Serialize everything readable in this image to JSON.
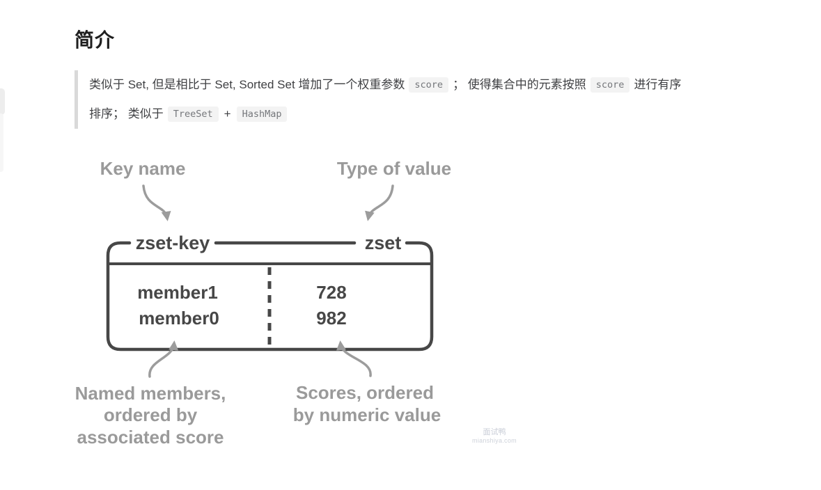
{
  "heading": "简介",
  "blockquote": {
    "l1_t1": "类似于 Set, 但是相比于 Set, Sorted Set 增加了一个权重参数",
    "l1_c1": "score",
    "l1_t2": "；  使得集合中的元素按照",
    "l1_c2": "score",
    "l1_t3": "进行有序",
    "l2_t1": "排序；  类似于",
    "l2_c1": "TreeSet",
    "l2_t2": "+",
    "l2_c2": "HashMap"
  },
  "diagram": {
    "key_name_caption": "Key name",
    "type_caption": "Type of value",
    "key": "zset-key",
    "type": "zset",
    "rows": [
      {
        "member": "member1",
        "score": "728"
      },
      {
        "member": "member0",
        "score": "982"
      }
    ],
    "members_caption": [
      "Named members,",
      "ordered by",
      "associated score"
    ],
    "scores_caption": [
      "Scores, ordered",
      "by numeric value"
    ],
    "colors": {
      "stroke": "#474747",
      "caption": "#9a9a9a",
      "arrow": "#9c9c9c"
    }
  },
  "watermark": {
    "line1": "面试鸭",
    "line2": "mianshiya.com"
  }
}
